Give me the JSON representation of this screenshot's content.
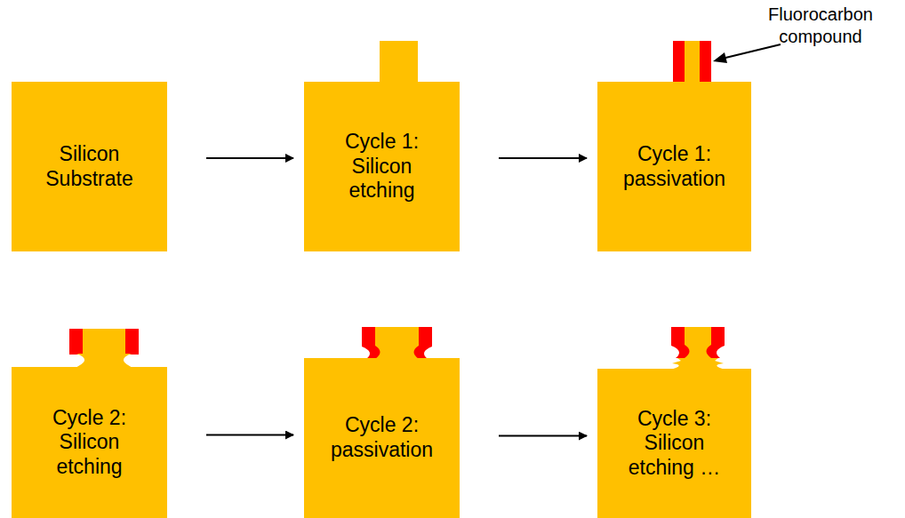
{
  "diagram": {
    "nodes": [
      {
        "text": [
          "Silicon Substrate"
        ]
      },
      {
        "text": [
          "Cycle 1: Silicon etching"
        ]
      },
      {
        "text": [
          "Cycle 1: passivation"
        ]
      },
      {
        "text": [
          "Cycle 2: Silicon etching"
        ]
      },
      {
        "text": [
          "Cycle 2: passivation"
        ]
      },
      {
        "text": [
          "Cycle 3: Silicon etching …"
        ]
      }
    ],
    "edges": [
      {
        "from": 0,
        "to": 1,
        "arrow": "to"
      },
      {
        "from": 1,
        "to": 2,
        "arrow": "to"
      },
      {
        "from": 3,
        "to": 4,
        "arrow": "to"
      },
      {
        "from": 4,
        "to": 5,
        "arrow": "to"
      }
    ],
    "labels": [
      "Fluorocarbon compound"
    ]
  }
}
